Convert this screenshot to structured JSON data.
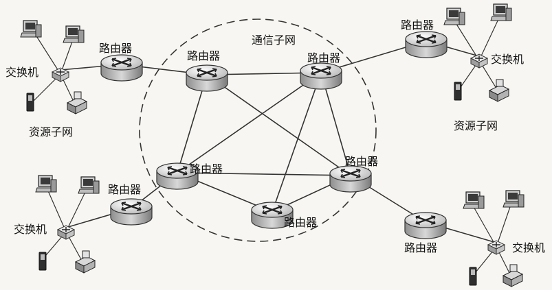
{
  "labels": {
    "comm_subnet": "通信子网",
    "router": "路由器",
    "switch": "交换机",
    "resource_subnet": "资源子网"
  },
  "nodes": {
    "routers": [
      "r-left",
      "r-top-left",
      "r-top-right",
      "r-far-right",
      "r-mid-left",
      "r-mid-right",
      "r-bottom",
      "r-lower-left",
      "r-lower-right"
    ],
    "switches": [
      "sw-top-left",
      "sw-top-right",
      "sw-bottom-left",
      "sw-bottom-right"
    ]
  },
  "links": [
    [
      "sw-top-left",
      "r-left"
    ],
    [
      "r-left",
      "r-top-left"
    ],
    [
      "r-top-left",
      "r-top-right"
    ],
    [
      "r-top-right",
      "r-far-right"
    ],
    [
      "r-far-right",
      "sw-top-right"
    ],
    [
      "r-top-left",
      "r-mid-left"
    ],
    [
      "r-top-left",
      "r-mid-right"
    ],
    [
      "r-top-right",
      "r-mid-left"
    ],
    [
      "r-top-right",
      "r-mid-right"
    ],
    [
      "r-top-right",
      "r-bottom"
    ],
    [
      "r-mid-left",
      "r-mid-right"
    ],
    [
      "r-mid-left",
      "r-bottom"
    ],
    [
      "r-mid-right",
      "r-bottom"
    ],
    [
      "r-mid-left",
      "r-lower-left"
    ],
    [
      "r-lower-left",
      "sw-bottom-left"
    ],
    [
      "r-mid-right",
      "r-lower-right"
    ],
    [
      "r-lower-right",
      "sw-bottom-right"
    ]
  ]
}
